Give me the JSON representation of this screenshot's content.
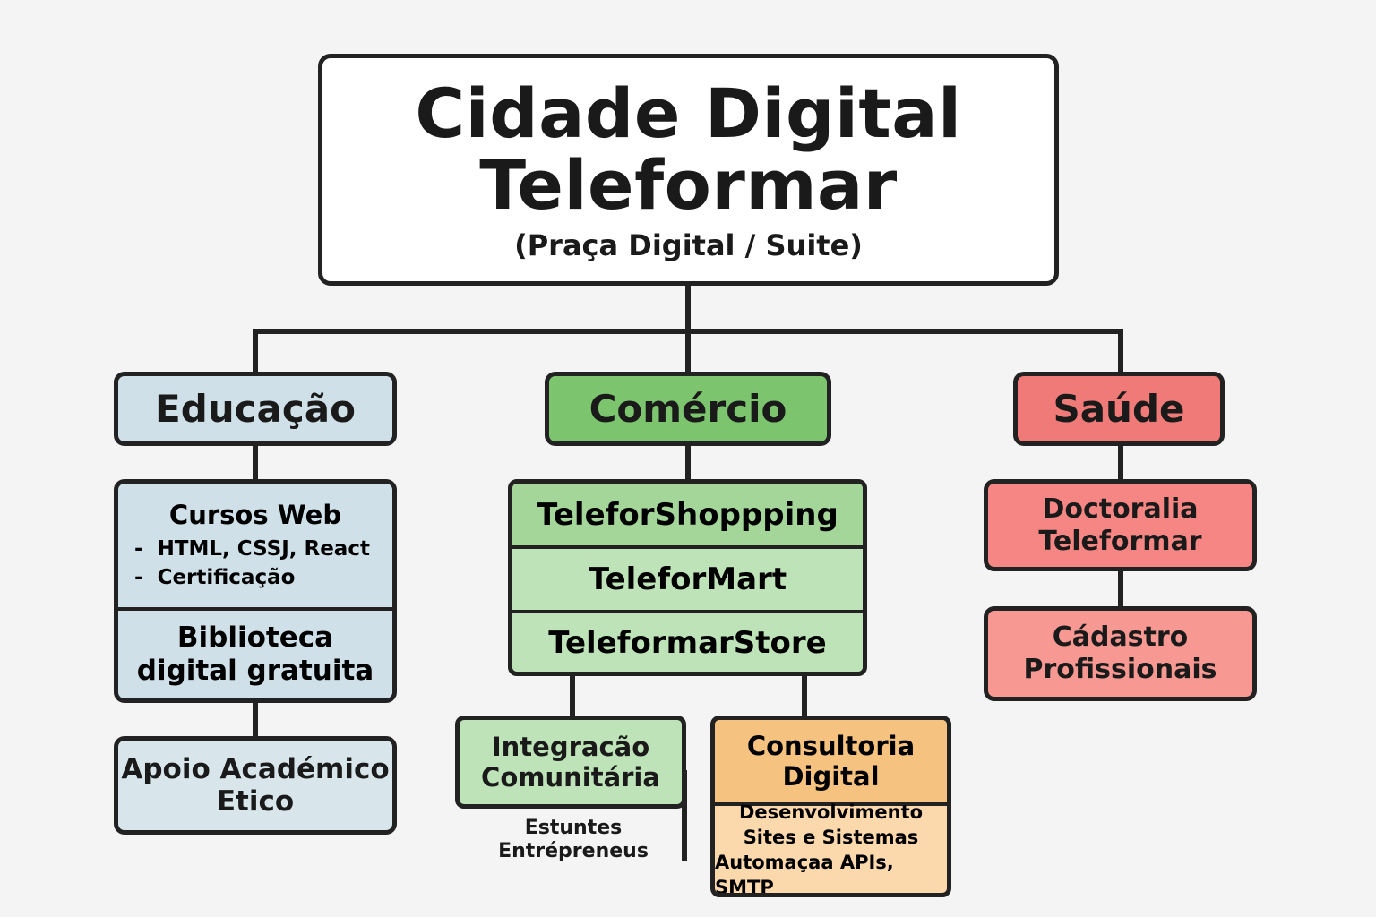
{
  "root": {
    "title_line1": "Cidade Digital",
    "title_line2": "Teleformar",
    "subtitle": "(Praça Digital / Suite)"
  },
  "educacao": {
    "label": "Educação",
    "cursos": {
      "title": "Cursos Web",
      "items": [
        "HTML, CSSJ, React",
        "Certificação"
      ]
    },
    "biblioteca": [
      "Biblioteca",
      "digital gratuita"
    ],
    "apoio": [
      "Apoio Académico",
      "Etico"
    ]
  },
  "comercio": {
    "label": "Comércio",
    "stores": [
      "TeleforShoppping",
      "TeleforMart",
      "TeleformarStore"
    ],
    "integracao": [
      "Integracão",
      "Comunitária"
    ],
    "integracao_sub": [
      "Estuntes",
      "Entrépreneus"
    ],
    "consultoria": {
      "title": [
        "Consultoria",
        "Digital"
      ],
      "items": [
        "Desenvolvimento",
        "Sites e Sistemas",
        "Automaçaa APIs, SMTP"
      ]
    }
  },
  "saude": {
    "label": "Saúde",
    "doctoralia": [
      "Doctoralia",
      "Teleformar"
    ],
    "cadastro": [
      "Cádastro",
      "Profissionais"
    ]
  },
  "colors": {
    "educacao": "#cfe0e8",
    "comercio": "#7cc56e",
    "comercio_light": "#bfe3b8",
    "saude": "#f07a78",
    "consultoria": "#f5c27f",
    "border": "#222222"
  }
}
